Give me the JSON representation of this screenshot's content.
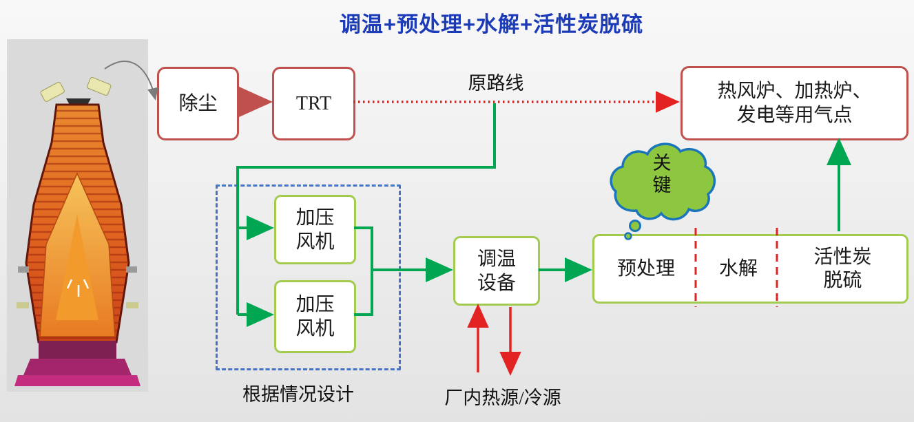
{
  "title": "调温+预处理+水解+活性炭脱硫",
  "nodes": {
    "dust": "除尘",
    "trt": "TRT",
    "endpoints_line1": "热风炉、加热炉、",
    "endpoints_line2": "发电等用气点",
    "fan_top_line1": "加压",
    "fan_top_line2": "风机",
    "fan_bottom_line1": "加压",
    "fan_bottom_line2": "风机",
    "temp_line1": "调温",
    "temp_line2": "设备",
    "pretreatment": "预处理",
    "hydrolysis": "水解",
    "carbon_line1": "活性炭",
    "carbon_line2": "脱硫"
  },
  "labels": {
    "original_route": "原路线",
    "design_note": "根据情况设计",
    "plant_source": "厂内热源/冷源",
    "cloud_line1": "关",
    "cloud_line2": "键"
  },
  "colors": {
    "title_blue": "#1C3BB8",
    "red_border": "#C0504D",
    "green_border": "#A3CC4E",
    "green_arrow": "#00A651",
    "bright_red": "#E32222",
    "dashed_blue": "#4472C4",
    "cloud_fill": "#8DC63F",
    "cloud_stroke": "#1B75BB"
  }
}
